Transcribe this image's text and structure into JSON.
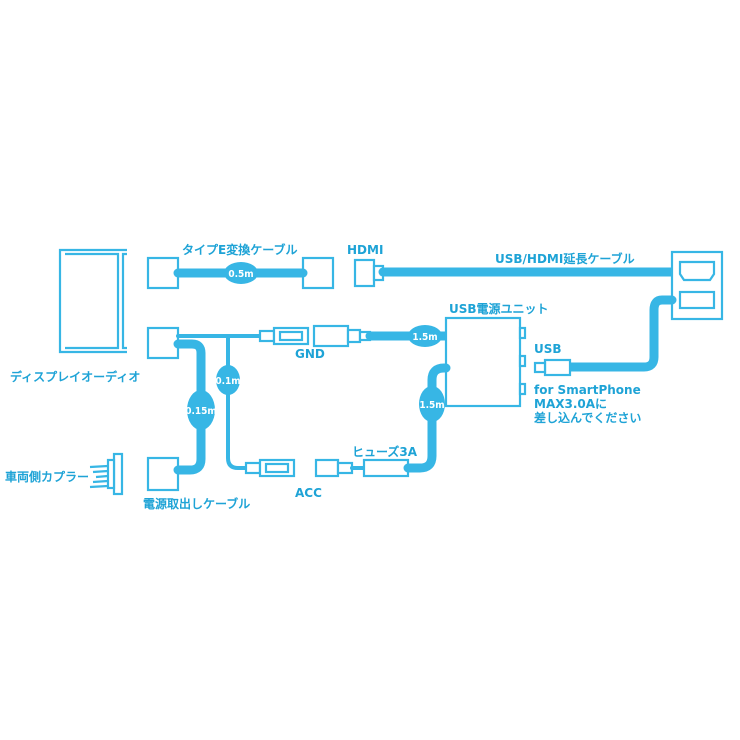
{
  "labels": {
    "display_audio": "ディスプレイオーディオ",
    "type_e_cable": "タイプE変換ケーブル",
    "hdmi": "HDMI",
    "usb_hdmi_ext_cable": "USB/HDMI延長ケーブル",
    "usb_power_unit": "USB電源ユニット",
    "gnd": "GND",
    "usb": "USB",
    "for_smartphone_1": "for SmartPhone",
    "for_smartphone_2": "MAX3.0Aに",
    "for_smartphone_3": "差し込んでください",
    "vehicle_coupler": "車両側カプラー",
    "fuse": "ヒューズ3A",
    "acc": "ACC",
    "power_cable": "電源取出しケーブル"
  },
  "badges": {
    "type_e_length": "0.5m",
    "gnd_length": "1.5m",
    "unit_length": "1.5m",
    "branch_01": "0.1m",
    "branch_015": "0.15m"
  },
  "colors": {
    "accent": "#37b6e5",
    "text": "#1ea3d6"
  }
}
